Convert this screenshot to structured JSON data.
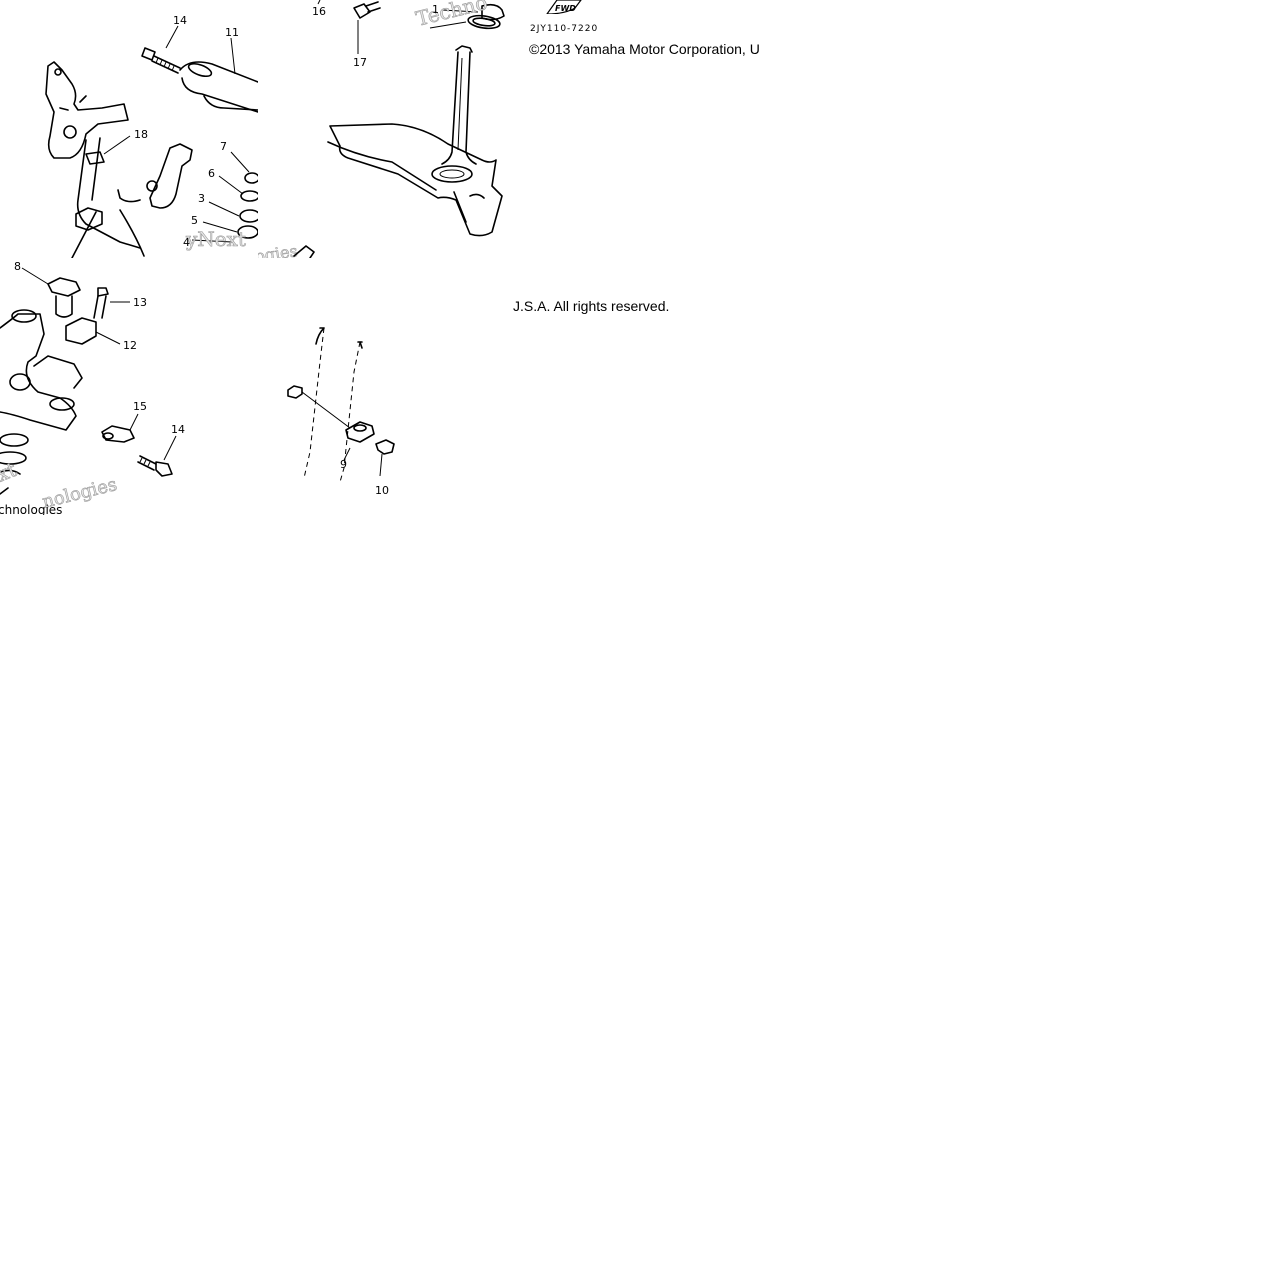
{
  "diagram": {
    "part_code": "2JY110-7220",
    "copyright_part1": "©2013 Yamaha Motor Corporation, U",
    "copyright_part2": "J.S.A. All rights reserved.",
    "fwd_label": "FWD",
    "watermarks": {
      "w1": "Techno",
      "w2": "yNext",
      "w3": "ogies",
      "w4": "xt",
      "w5": "nologies",
      "w6": "chnologies"
    },
    "callouts": {
      "n14a": "14",
      "n11": "11",
      "n18": "18",
      "n7": "7",
      "n6": "6",
      "n3": "3",
      "n5": "5",
      "n4": "4",
      "n16": "16",
      "n17": "17",
      "n1": "1",
      "n8": "8",
      "n13": "13",
      "n12": "12",
      "n15": "15",
      "n14b": "14",
      "n9": "9",
      "n10": "10"
    }
  }
}
